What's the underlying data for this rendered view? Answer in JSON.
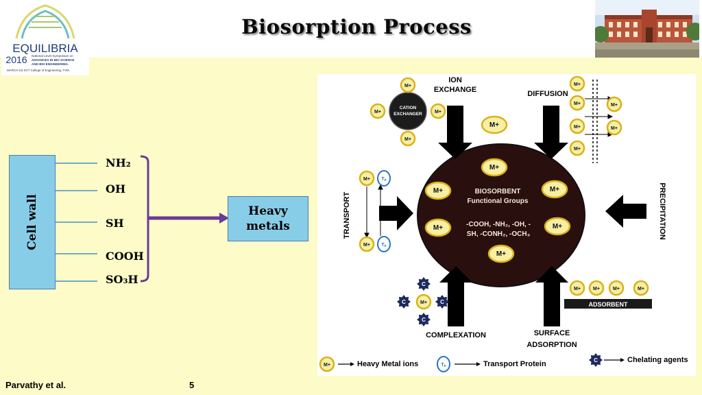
{
  "title": "Biosorption Process",
  "logo": {
    "name": "EQUILIBRIA",
    "year": "2016",
    "line1": "National Level Symposium on",
    "line2": "ADVANCES IN BIO SCIENCE",
    "line3": "AND BIO ENGINEERING.",
    "line4": "MARCH 8,9   SCT College of Engineering, TVM"
  },
  "left_diagram": {
    "cell_wall": "Cell wall",
    "groups": [
      "NH₂",
      "OH",
      "SH",
      "COOH",
      "SO₃H"
    ],
    "target": [
      "Heavy",
      "metals"
    ]
  },
  "figure": {
    "center_title": "BIOSORBENT",
    "center_subtitle": "Functional Groups",
    "center_groups_1": "-COOH, -NH₂, -OH, -",
    "center_groups_2": "SH, -CONH₂, -OCH₃",
    "ion_exchange": [
      "ION",
      "EXCHANGE"
    ],
    "diffusion": "DIFFUSION",
    "transport": "TRANSPORT",
    "precipitation": "PRECIPITATION",
    "complexation": "COMPLEXATION",
    "surface_adsorption": [
      "SURFACE",
      "ADSORPTION"
    ],
    "cation_exchanger": [
      "CATION",
      "EXCHANGER"
    ],
    "adsorbent": "ADSORBENT",
    "metal_ion": "M+",
    "transport_protein": "Tₚ",
    "chelating_agent": "C",
    "legend": {
      "metal": "Heavy Metal ions",
      "protein": "Transport Protein",
      "chelate": "Chelating agents"
    }
  },
  "footer": {
    "author": "Parvathy et al.",
    "page": "5"
  },
  "colors": {
    "background": "#fdfbc8",
    "box_fill": "#88cde8",
    "bracket": "#6a3a9a",
    "ellipse": "#2a0f0f",
    "metal_fill": "#f7efa4",
    "metal_ring": "#d8b21a",
    "protein_ring": "#2a72c0",
    "chelate": "#1c2a5e"
  }
}
